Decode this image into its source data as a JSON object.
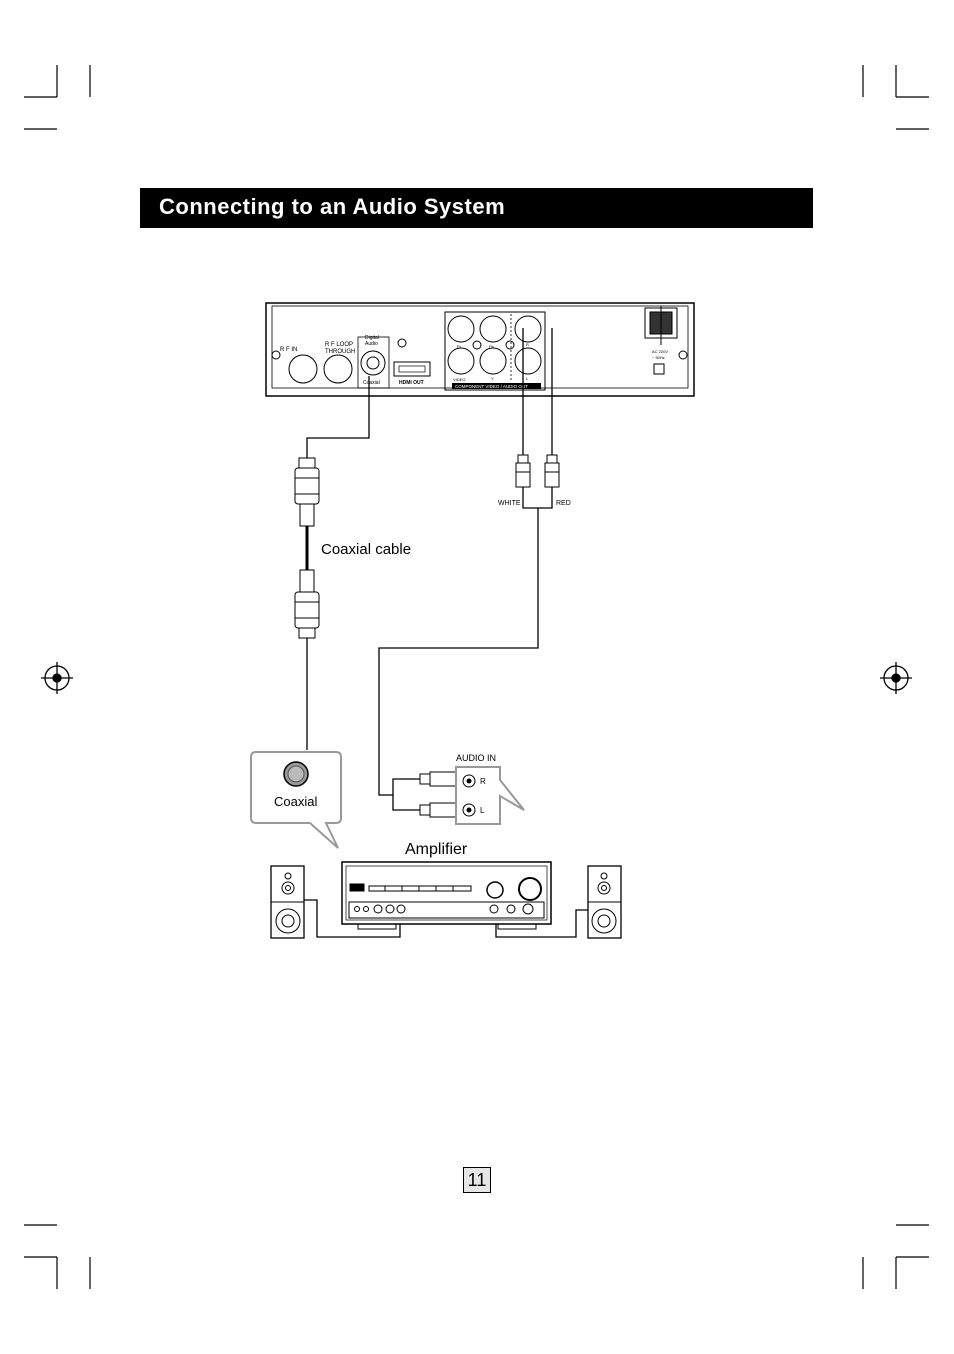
{
  "header": {
    "title": "Connecting to an  Audio System"
  },
  "device": {
    "rf_in": "R F   IN",
    "rf_loop_1": "R F   LOOP",
    "rf_loop_2": "THROUGH",
    "digital_audio_1": "Digital",
    "digital_audio_2": "Audio",
    "coaxial_port": "Coaxial",
    "hdmi_out": "HDMI OUT",
    "video": "VIDEO",
    "component_out": "COMPONENT VIDEO / AUDIO OUT",
    "port_pr": "Pr",
    "port_pb": "Pb",
    "port_y": "Y",
    "port_l": "L",
    "port_r": "R",
    "power_1": "AC 220V",
    "power_2": "~ 50Hz"
  },
  "labels": {
    "white": "WHITE",
    "red": "RED",
    "coaxial_cable": "Coaxial cable",
    "audio_in": "AUDIO IN",
    "audio_r": "R",
    "audio_l": "L",
    "coaxial_callout": "Coaxial",
    "amplifier": "Amplifier"
  },
  "footer": {
    "page_number": "11"
  }
}
